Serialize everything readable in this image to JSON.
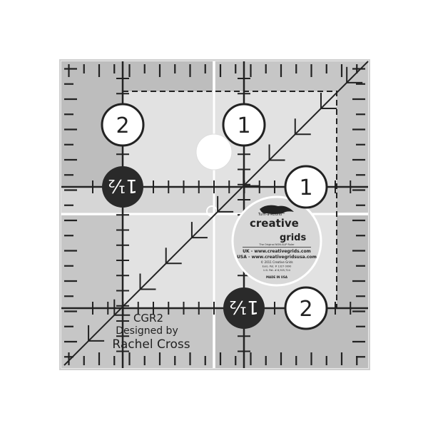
{
  "product": {
    "model": "CGR2",
    "designed_by": "Designed by",
    "designer": "Rachel Cross",
    "markers": {
      "top_left": "2",
      "top_center": "1",
      "right_middle": "1",
      "bottom_right": "2",
      "dark_left": "1½",
      "dark_bottom": "1½"
    },
    "logo": {
      "tagline_top": "Turn-a-Round™",
      "brand_line1": "creative",
      "brand_line2": "grids",
      "subtitle": "The Original NON-SLIP Ruler",
      "uk_url": "UK - www.creativegrids.com",
      "usa_url": "USA - www.creativegridsusa.com",
      "copyright": "© 2011 Creative Grids",
      "euro_patent": "Euro. Pat. # 1327 0090",
      "us_patent": "U.S. Pat. # 6,925,724",
      "made_in": "MADE IN USA"
    }
  },
  "colors": {
    "ink": "#222222",
    "outer_band": "#bdbdbd",
    "inner_area": "#e2e2e2",
    "mid_area": "#cfcfcf",
    "logo_disc": "#d8d8d8"
  }
}
